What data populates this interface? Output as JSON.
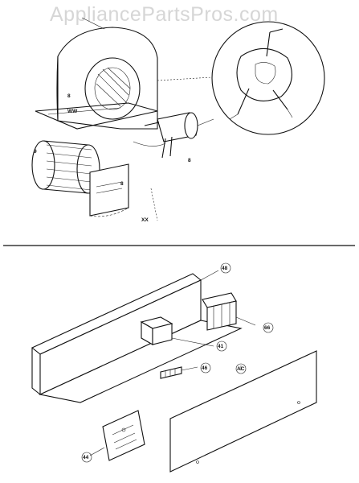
{
  "watermark": "AppliancePartsPros.com",
  "labels": {
    "blower_housing": "8",
    "wheel_letters": "WW",
    "blower_wheel": "9",
    "motor": "8",
    "scroll_tag": "8",
    "xx": "XX",
    "box_top": "48",
    "relay": "66",
    "transformer": "41",
    "terminal": "46",
    "cover": "AC",
    "control_board": "44"
  }
}
